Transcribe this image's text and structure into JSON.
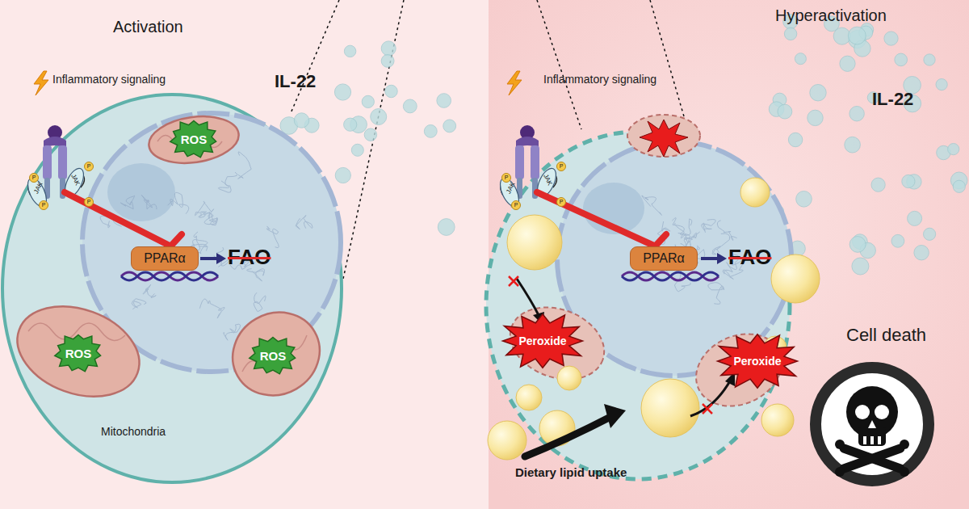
{
  "diagram": {
    "nodes": [
      {
        "text": [
          "PPARα"
        ]
      },
      {
        "text": [
          "ROS"
        ]
      },
      {
        "text": [
          "ROS"
        ]
      },
      {
        "text": [
          "ROS"
        ]
      },
      {
        "text": [
          "PPARα"
        ]
      },
      {
        "text": [
          "Peroxide"
        ]
      },
      {
        "text": [
          "Peroxide"
        ]
      }
    ],
    "labels": [
      "Activation",
      "Inflammatory signaling",
      "IL-22",
      "JAK",
      "JAK",
      "P",
      "P",
      "P",
      "P",
      "FAO",
      "Mitochondria",
      "Hyperactivation",
      "Inflammatory signaling",
      "IL-22",
      "JAK",
      "JAK",
      "P",
      "P",
      "P",
      "P",
      "FAO",
      "Dietary lipid uptake",
      "Cell death"
    ]
  }
}
